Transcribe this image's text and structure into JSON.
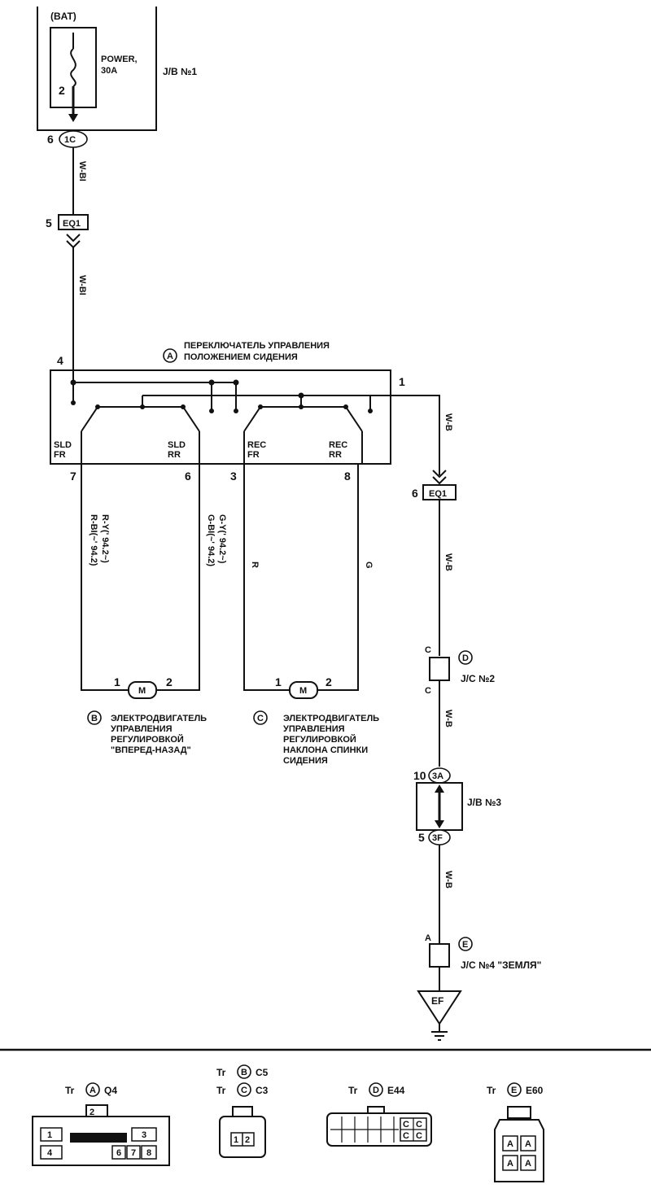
{
  "battery_label": "(BAT)",
  "fuse": {
    "name": "POWER,",
    "rating": "30A",
    "pin": "2"
  },
  "jb1": {
    "label": "J/B №1",
    "connector": "1C",
    "pin": "6"
  },
  "wire_power": "W-BI",
  "eq1_top": {
    "label": "EQ1",
    "pin": "5"
  },
  "switch": {
    "letter": "A",
    "title_line1": "ПЕРЕКЛЮЧАТЕЛЬ УПРАВЛЕНИЯ",
    "title_line2": "ПОЛОЖЕНИЕМ СИДЕНИЯ",
    "pin_in": "4",
    "pin_ground": "1",
    "terminals": [
      {
        "top": "SLD",
        "bottom": "FR",
        "pin": "7"
      },
      {
        "top": "SLD",
        "bottom": "RR",
        "pin": "6"
      },
      {
        "top": "REC",
        "bottom": "FR",
        "pin": "3"
      },
      {
        "top": "REC",
        "bottom": "RR",
        "pin": "8"
      }
    ]
  },
  "wire_ground": "W-B",
  "eq1_bottom": {
    "label": "EQ1",
    "pin": "6"
  },
  "wire_slide_a": {
    "line1": "R-BI(~' 94.2)",
    "line2": "R-Y(' 94.2~)"
  },
  "wire_slide_b": {
    "line1": "G-BI(~' 94.2)",
    "line2": "G-Y(' 94.2~)"
  },
  "wire_recline_a": "R",
  "wire_recline_b": "G",
  "motor_b": {
    "letter": "B",
    "pin1": "1",
    "pin2": "2",
    "symbol": "M",
    "lines": [
      "ЭЛЕКТРОДВИГАТЕЛЬ",
      "УПРАВЛЕНИЯ",
      "РЕГУЛИРОВКОЙ",
      "\"ВПЕРЕД-НАЗАД\""
    ]
  },
  "motor_c": {
    "letter": "C",
    "pin1": "1",
    "pin2": "2",
    "symbol": "M",
    "lines": [
      "ЭЛЕКТРОДВИГАТЕЛЬ",
      "УПРАВЛЕНИЯ",
      "РЕГУЛИРОВКОЙ",
      "НАКЛОНА СПИНКИ",
      "СИДЕНИЯ"
    ]
  },
  "jc2": {
    "letter": "D",
    "label": "J/C №2",
    "pin_top": "C",
    "pin_bottom": "C"
  },
  "jb3": {
    "label": "J/B №3",
    "conn_top": "3A",
    "pin_top": "10",
    "conn_bottom": "3F",
    "pin_bottom": "5"
  },
  "jc4": {
    "letter": "E",
    "label": "J/C №4 \"ЗЕМЛЯ\"",
    "pin": "A"
  },
  "ground": {
    "label": "EF"
  },
  "connectors": [
    {
      "prefix": "Tr",
      "letter": "A",
      "code": "Q4"
    },
    {
      "prefix": "Tr",
      "letter": "B",
      "code": "C5"
    },
    {
      "prefix": "Tr",
      "letter": "C",
      "code": "C3"
    },
    {
      "prefix": "Tr",
      "letter": "D",
      "code": "E44"
    },
    {
      "prefix": "Tr",
      "letter": "E",
      "code": "E60"
    }
  ],
  "connector_a_pins": [
    "1",
    "2",
    "3",
    "4",
    "6",
    "7",
    "8"
  ],
  "connector_b_pins": [
    "1",
    "2"
  ],
  "connector_d_pins": [
    "C",
    "C",
    "C",
    "C"
  ],
  "connector_e_pins": [
    "A",
    "A",
    "A",
    "A"
  ]
}
